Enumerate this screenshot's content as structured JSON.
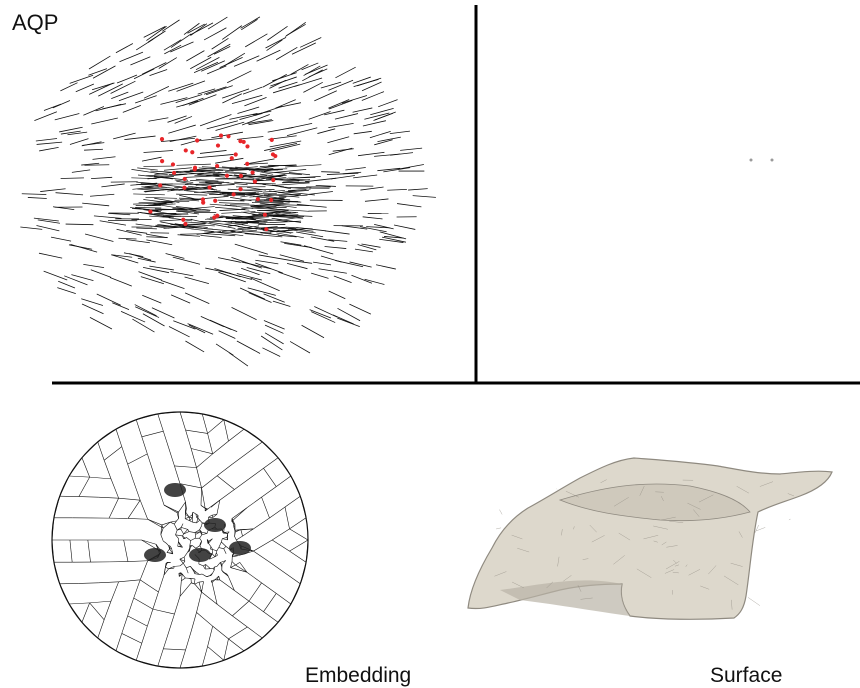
{
  "figure": {
    "title": "AQP",
    "panels": {
      "flow_field": {
        "marker_color": "#e8262a",
        "arrow_color": "#111111"
      },
      "empty_panel": {
        "dot_color": "#9a9a9a"
      },
      "embedding": {
        "caption": "Embedding",
        "line_color": "#111111"
      },
      "surface": {
        "caption": "Surface",
        "fill_color": "#ddd8cc",
        "edge_color": "#8f8a80"
      }
    }
  }
}
